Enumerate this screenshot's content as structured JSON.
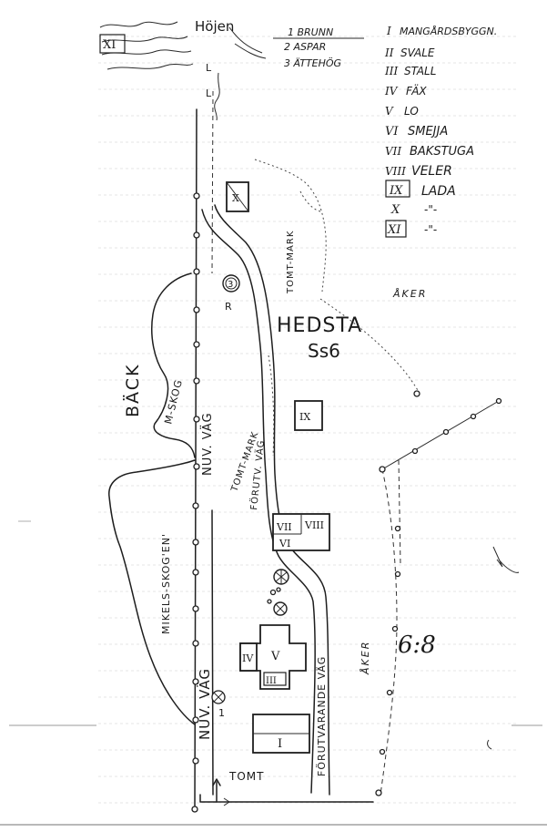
{
  "header": {
    "roman_left": "XI",
    "place": "Höjen",
    "symbol_legend": [
      "1 BRUNN",
      "2 ASPAR",
      "3 ÄTTEHÖG"
    ]
  },
  "legend": [
    {
      "num": "I",
      "name": "MANGÅRDSBYGGN."
    },
    {
      "num": "II",
      "name": "SVALE"
    },
    {
      "num": "III",
      "name": "STALL"
    },
    {
      "num": "IV",
      "name": "FÄX"
    },
    {
      "num": "V",
      "name": "LO"
    },
    {
      "num": "VI",
      "name": "SMEJJA"
    },
    {
      "num": "VII",
      "name": "BAKSTUGA"
    },
    {
      "num": "VIII",
      "name": "VELER"
    },
    {
      "num": "IX",
      "name": "LADA"
    },
    {
      "num": "X",
      "name": "-\"-"
    },
    {
      "num": "XI",
      "name": "-\"-"
    }
  ],
  "labels": {
    "farm": "HEDSTA",
    "farm_code": "Ss6",
    "back": "BÄCK",
    "m_skog": "M-SKOG",
    "mikels_skogen": "MIKELS-SKOG'EN'",
    "nuv_vag_upper": "NUV. VÄG",
    "nuv_vag_lower": "NUV. VÄG",
    "tomt_mark_upper": "TOMT-MARK",
    "tomt_mark_mid": "TOMT-MARK",
    "forutv_upper": "FÖRUTV. VÄG",
    "forutvarande_vag": "FÖRUTVARANDE VÄG",
    "aker_upper": "ÅKER",
    "aker_lower": "ÅKER",
    "tomt_bottom": "TOMT",
    "parcel": "6:8",
    "r_mark": "R",
    "l_mark": "L"
  },
  "buildings": {
    "I": "I",
    "III": "III",
    "IV": "IV",
    "V": "V",
    "VI": "VI",
    "VII": "VII",
    "VIII": "VIII",
    "IX": "IX",
    "X": "X"
  },
  "symbols": {
    "three": "3",
    "one": "1"
  }
}
